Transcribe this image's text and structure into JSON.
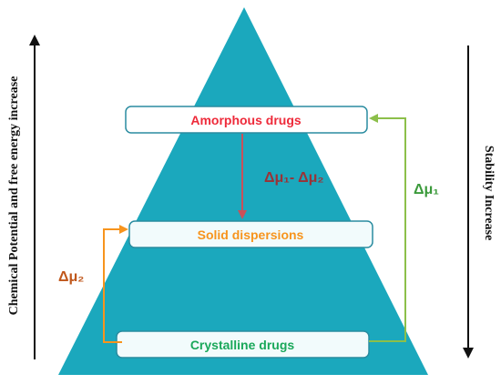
{
  "diagram": {
    "levels": [
      {
        "id": "amorphous",
        "label": "Amorphous drugs",
        "color": "#ee2a3a"
      },
      {
        "id": "solid",
        "label": "Solid dispersions",
        "color": "#f7941d"
      },
      {
        "id": "crystalline",
        "label": "Crystalline drugs",
        "color": "#1aa85a"
      }
    ],
    "deltas": {
      "mu1_minus_mu2": {
        "text": "Δμ₁- Δμ₂",
        "color": "#9b3236"
      },
      "mu1": {
        "text": "Δμ₁",
        "color": "#3b9a3b"
      },
      "mu2": {
        "text": "Δμ₂",
        "color": "#c0571b"
      }
    },
    "left_axis_label": "Chemical Potential and free energy increase",
    "right_axis_label": "Stability Increase",
    "colors": {
      "pyramid": "#1ba8bd",
      "box_fill": "#ffffff",
      "box_stroke": "#2a8ca0",
      "arrow_red": "#c9515a",
      "arrow_orange": "#f7941d",
      "arrow_green": "#8cbf4a",
      "axis_arrow": "#111111"
    }
  }
}
